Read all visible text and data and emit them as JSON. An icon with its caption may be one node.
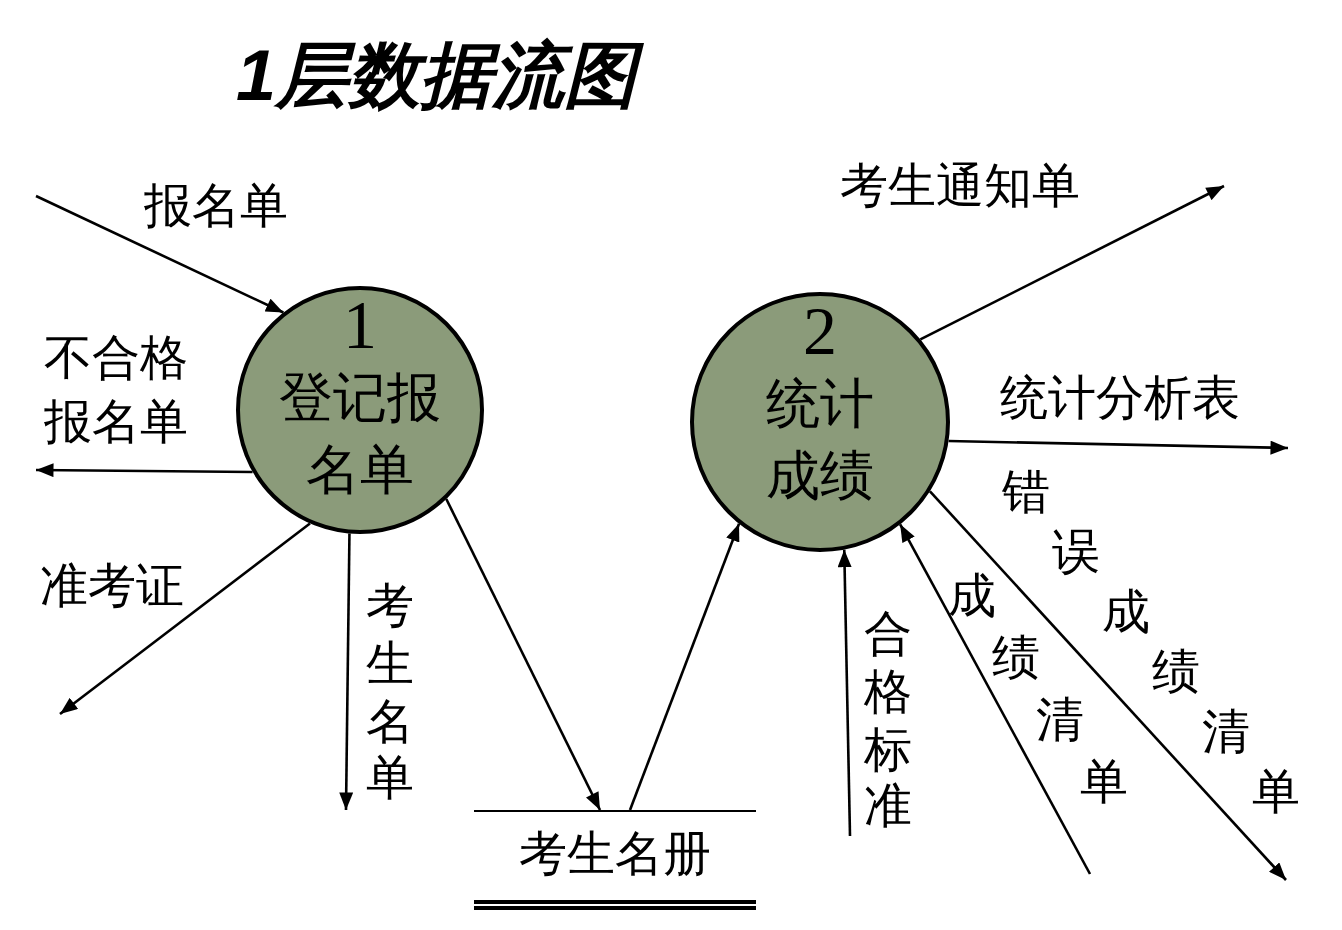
{
  "diagram": {
    "title": "1层数据流图",
    "nodes": [
      {
        "text": [
          "1",
          "登记报名单"
        ]
      },
      {
        "text": [
          "2",
          "统计成绩"
        ]
      },
      {
        "text": [
          "考生名册"
        ]
      }
    ],
    "edges": [
      {
        "from": null,
        "to": 0,
        "arrow": "to",
        "label": "报名单"
      },
      {
        "from": 0,
        "to": null,
        "arrow": "to",
        "label": "不合格报名单"
      },
      {
        "from": 0,
        "to": null,
        "arrow": "to",
        "label": "准考证"
      },
      {
        "from": 0,
        "to": null,
        "arrow": "to",
        "label": "考生名单"
      },
      {
        "from": 0,
        "to": 2,
        "arrow": "to"
      },
      {
        "from": 2,
        "to": 1,
        "arrow": "to"
      },
      {
        "from": 1,
        "to": null,
        "arrow": "to",
        "label": "考生通知单"
      },
      {
        "from": 1,
        "to": null,
        "arrow": "to",
        "label": "统计分析表"
      },
      {
        "from": 1,
        "to": null,
        "arrow": "to",
        "label": "错误成绩清单"
      },
      {
        "from": null,
        "to": 1,
        "arrow": "to",
        "label": "成绩清单"
      },
      {
        "from": null,
        "to": 1,
        "arrow": "to",
        "label": "合格标准"
      }
    ]
  }
}
